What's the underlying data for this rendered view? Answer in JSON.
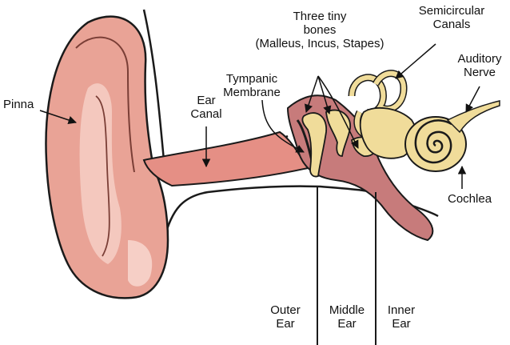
{
  "labels": {
    "pinna": "Pinna",
    "ear_canal": [
      "Ear",
      "Canal"
    ],
    "tympanic_membrane": [
      "Tympanic",
      "Membrane"
    ],
    "three_bones": [
      "Three tiny",
      "bones",
      "(Malleus, Incus, Stapes)"
    ],
    "semicircular_canals": [
      "Semicircular",
      "Canals"
    ],
    "auditory_nerve": [
      "Auditory",
      "Nerve"
    ],
    "cochlea": "Cochlea",
    "outer_ear": [
      "Outer",
      "Ear"
    ],
    "middle_ear": [
      "Middle",
      "Ear"
    ],
    "inner_ear": [
      "Inner",
      "Ear"
    ]
  },
  "colors": {
    "pinna_fill": "#E9A396",
    "pinna_highlight": "#F6CFC6",
    "canal_fill": "#E58F85",
    "middle_ear_fill": "#C77B7B",
    "bone_fill": "#F0DC9A",
    "bone_shadow": "#D4B55A",
    "outline": "#1a1a1a"
  }
}
